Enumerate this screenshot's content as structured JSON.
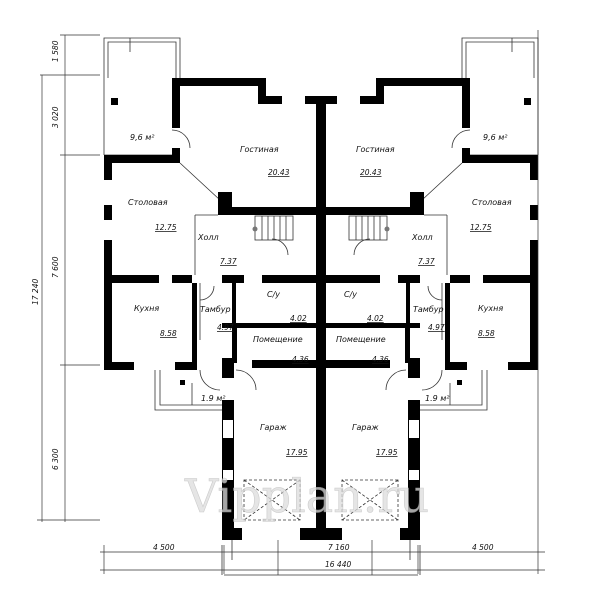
{
  "watermark": "Vipplan.ru",
  "colors": {
    "wall": "#000000",
    "line": "#333333",
    "background": "#ffffff"
  },
  "dimensions": {
    "vertical": {
      "d1": "1 580",
      "d2": "3 020",
      "d3": "7 600",
      "d4": "6 300",
      "total": "17 240"
    },
    "horizontal": {
      "left": "4 500",
      "middle": "7 160",
      "right": "4 500",
      "total": "16 440"
    }
  },
  "rooms": {
    "left": {
      "terrace_area": "9,6 м²",
      "living_name": "Гостиная",
      "living_area": "20.43",
      "dining_name": "Столовая",
      "dining_area": "12.75",
      "hall_name": "Холл",
      "hall_area": "7.37",
      "kitchen_name": "Кухня",
      "kitchen_area": "8.58",
      "vestibule_name": "Тамбур",
      "vestibule_area": "4.97",
      "bathroom_name": "С/у",
      "bathroom_area": "4.02",
      "utility_name": "Помещение",
      "utility_area": "4.36",
      "garage_name": "Гараж",
      "garage_area": "17.95",
      "porch_area": "1.9 м²"
    },
    "right": {
      "terrace_area": "9,6 м²",
      "living_name": "Гостиная",
      "living_area": "20.43",
      "dining_name": "Столовая",
      "dining_area": "12.75",
      "hall_name": "Холл",
      "hall_area": "7.37",
      "kitchen_name": "Кухня",
      "kitchen_area": "8.58",
      "vestibule_name": "Тамбур",
      "vestibule_area": "4.97",
      "bathroom_name": "С/у",
      "bathroom_area": "4.02",
      "utility_name": "Помещение",
      "utility_area": "4.36",
      "garage_name": "Гараж",
      "garage_area": "17.95",
      "porch_area": "1.9 м²"
    }
  }
}
